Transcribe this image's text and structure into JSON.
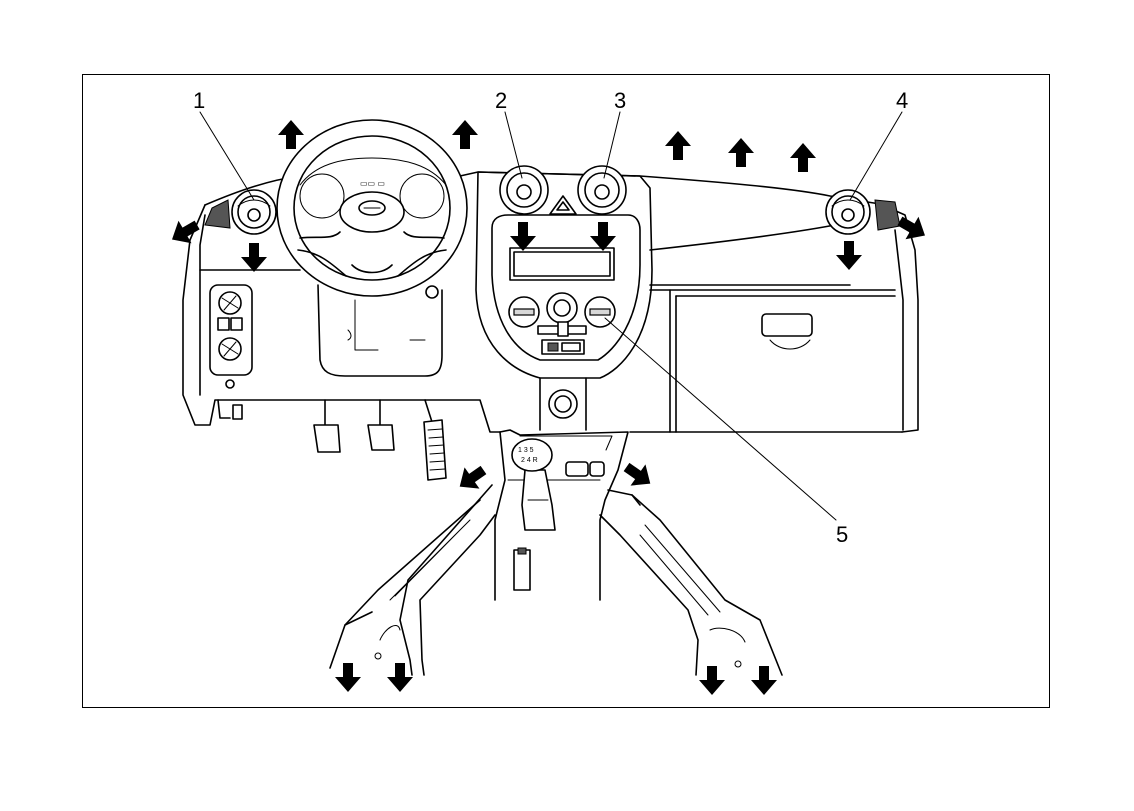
{
  "callouts": [
    {
      "id": "1",
      "label": "1"
    },
    {
      "id": "2",
      "label": "2"
    },
    {
      "id": "3",
      "label": "3"
    },
    {
      "id": "4",
      "label": "4"
    },
    {
      "id": "5",
      "label": "5"
    }
  ],
  "colors": {
    "line": "#000000",
    "background": "#ffffff",
    "shade": "#d8d8d8"
  }
}
